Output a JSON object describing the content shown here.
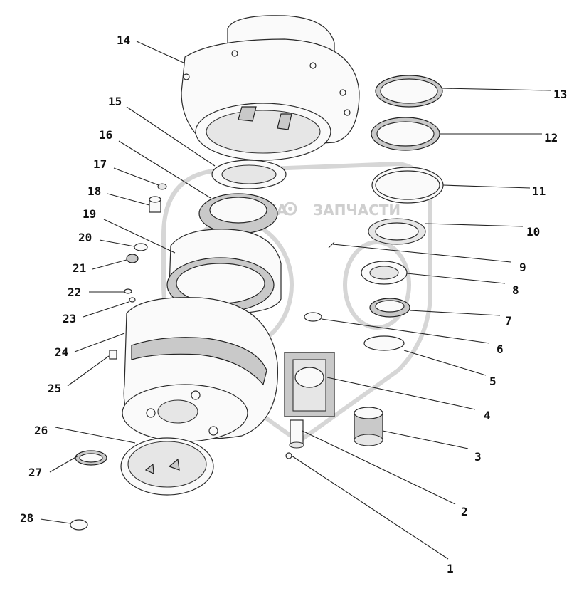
{
  "watermark": {
    "left_text": "ТЕХНИКА",
    "right_text": "ЗАПЧАСТИ"
  },
  "callouts": [
    {
      "id": "c1",
      "label": "1"
    },
    {
      "id": "c2",
      "label": "2"
    },
    {
      "id": "c3",
      "label": "3"
    },
    {
      "id": "c4",
      "label": "4"
    },
    {
      "id": "c5",
      "label": "5"
    },
    {
      "id": "c6",
      "label": "6"
    },
    {
      "id": "c7",
      "label": "7"
    },
    {
      "id": "c8",
      "label": "8"
    },
    {
      "id": "c9",
      "label": "9"
    },
    {
      "id": "c10",
      "label": "10"
    },
    {
      "id": "c11",
      "label": "11"
    },
    {
      "id": "c12",
      "label": "12"
    },
    {
      "id": "c13",
      "label": "13"
    },
    {
      "id": "c14",
      "label": "14"
    },
    {
      "id": "c15",
      "label": "15"
    },
    {
      "id": "c16",
      "label": "16"
    },
    {
      "id": "c17",
      "label": "17"
    },
    {
      "id": "c18",
      "label": "18"
    },
    {
      "id": "c19",
      "label": "19"
    },
    {
      "id": "c20",
      "label": "20"
    },
    {
      "id": "c21",
      "label": "21"
    },
    {
      "id": "c22",
      "label": "22"
    },
    {
      "id": "c23",
      "label": "23"
    },
    {
      "id": "c24",
      "label": "24"
    },
    {
      "id": "c25",
      "label": "25"
    },
    {
      "id": "c26",
      "label": "26"
    },
    {
      "id": "c27",
      "label": "27"
    },
    {
      "id": "c28",
      "label": "28"
    }
  ]
}
